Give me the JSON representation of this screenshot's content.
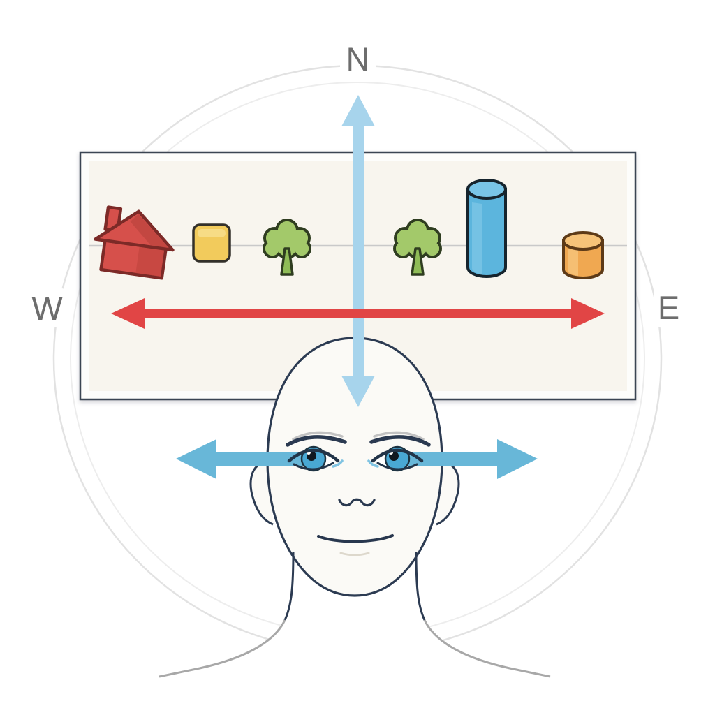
{
  "title": "Spatial orientation diagram: scene panel, compass directions and observer head",
  "compass": {
    "north_label": "N",
    "west_label": "W",
    "east_label": "E",
    "label_color": "#6d6d6d"
  },
  "colors": {
    "panel_border": "#3a4553",
    "panel_fill": "#fdfdfb",
    "panel_inner": "#f8f5ee",
    "baseline_gray": "#c9c9c9",
    "arc_gray": "#e3e3e3",
    "arrow_red": "#e14545",
    "arrow_blue_light": "#a7d4ec",
    "arrow_blue": "#68b7d8",
    "house_red": "#d6504b",
    "house_stroke": "#7c2a27",
    "square_yellow": "#f2cb5c",
    "tree_green": "#a3c96a",
    "tree_stroke": "#2f3d20",
    "cylinder_blue": "#5cb5dd",
    "cylinder_blue_top": "#79c5e7",
    "cylinder_orange": "#f0a851",
    "cylinder_orange_top": "#f6c379",
    "head_stroke": "#2c3b52",
    "face_fill": "#fbfaf6",
    "iris_blue": "#49a8d4"
  },
  "panel": {
    "description": "Scene strip with six objects sitting on a thin horizontal baseline",
    "items": [
      {
        "name": "house-icon",
        "label": "red house"
      },
      {
        "name": "square-icon",
        "label": "yellow square"
      },
      {
        "name": "tree-icon-left",
        "label": "green tree"
      },
      {
        "name": "tree-icon-right",
        "label": "green tree"
      },
      {
        "name": "cylinder-tall-icon",
        "label": "tall blue cylinder"
      },
      {
        "name": "cylinder-short-icon",
        "label": "short orange cylinder"
      }
    ]
  },
  "arrows": [
    {
      "name": "west-east-arrow",
      "label": "double-headed red arrow between W and E"
    },
    {
      "name": "north-vertical-arrow",
      "label": "double-headed light blue arrow from N down to forehead"
    },
    {
      "name": "gaze-arrow-left",
      "label": "blue arrow from left eye toward W"
    },
    {
      "name": "gaze-arrow-right",
      "label": "blue arrow from right eye toward E"
    }
  ]
}
